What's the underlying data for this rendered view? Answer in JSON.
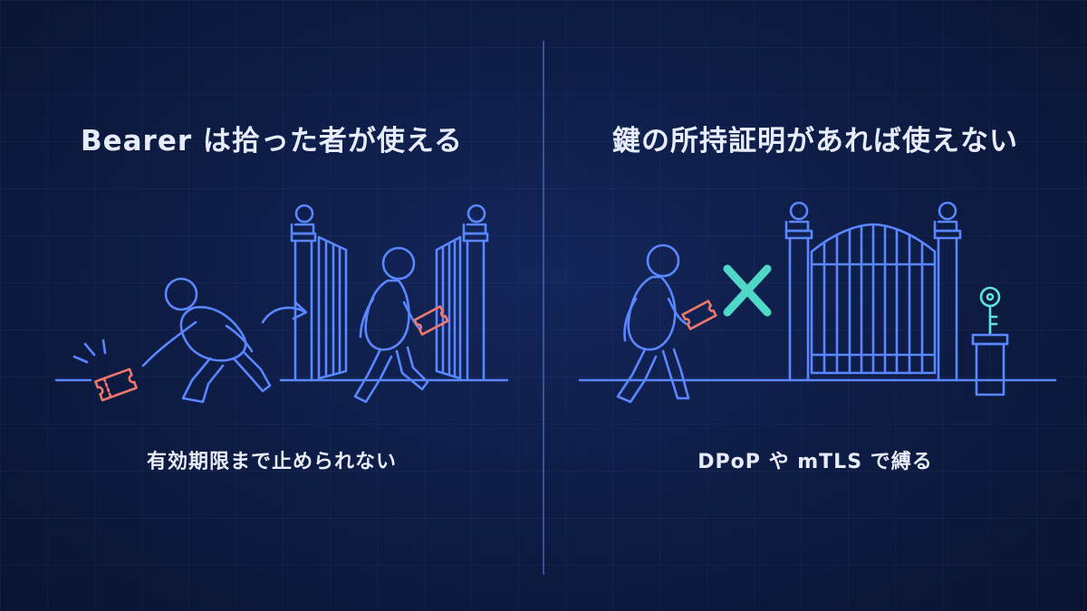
{
  "left_panel": {
    "title": "Bearer は拾った者が使える",
    "caption": "有効期限まで止められない"
  },
  "right_panel": {
    "title": "鍵の所持証明があれば使えない",
    "caption": "DPoP や mTLS で縛る"
  },
  "icons": [
    "ticket-icon",
    "person-icon",
    "gate-icon",
    "arrow-icon",
    "x-mark-icon",
    "key-icon"
  ],
  "colors": {
    "background": "#0e1d47",
    "line": "#5a86ff",
    "ticket": "#f0776c",
    "accent": "#4fd8c8",
    "text": "#e7ecfa"
  }
}
